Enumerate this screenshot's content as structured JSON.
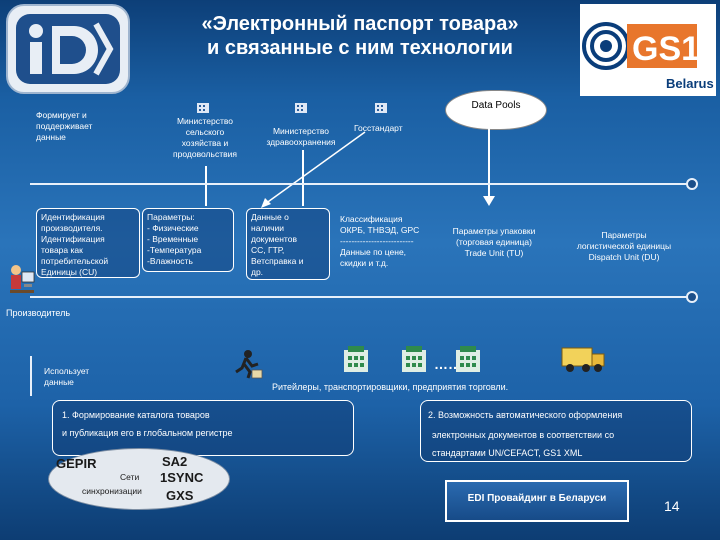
{
  "title_line1": "«Электронный паспорт товара»",
  "title_line2": "и связанные с ним технологии",
  "logos": {
    "left": "iD",
    "right_name": "GS1",
    "right_sub": "Belarus"
  },
  "left_col": {
    "forms_line1": "Формирует и",
    "forms_line2": "поддерживает",
    "forms_line3": "данные",
    "uses_line1": "Использует",
    "uses_line2": "данные",
    "producer": "Производитель"
  },
  "authorities": {
    "agri_1": "Министерство",
    "agri_2": "сельского",
    "agri_3": "хозяйства и",
    "agri_4": "продовольствия",
    "health_1": "Министерство",
    "health_2": "здравоохранения",
    "gosstandart": "Госстандарт",
    "data_pools": "Data Pools"
  },
  "boxes": {
    "ident_1": "Идентификация",
    "ident_2": "производителя.",
    "ident_3": "Идентификация",
    "ident_4": "товара как",
    "ident_5": "потребительской",
    "ident_6": "Единицы (CU)",
    "params_1": "Параметры:",
    "params_2": "- Физические",
    "params_3": "- Временные",
    "params_4": "-Температура",
    "params_5": "-Влажность",
    "docs_1": "Данные о",
    "docs_2": "наличии",
    "docs_3": "документов",
    "docs_4": "СС, ГТР,",
    "docs_5": "Ветсправка и",
    "docs_6": "др.",
    "class_1": "Классификация",
    "class_2": "ОКРБ, ТНВЭД, GPC",
    "class_3": "--------------------------",
    "class_4": "Данные по цене,",
    "class_5": "скидки и т.д.",
    "pack_1": "Параметры упаковки",
    "pack_2": "(торговая единица)",
    "pack_3": "Trade Unit (TU)",
    "log_1": "Параметры",
    "log_2": "логистической единицы",
    "log_3": "Dispatch Unit (DU)"
  },
  "retail": {
    "dots": "……..",
    "caption": "Ритейлеры, транспортировщики, предприятия торговли."
  },
  "bottom": {
    "catalog_1": "1. Формирование каталога товаров",
    "catalog_2": "и публикация его в глобальном регистре",
    "auto_1": "2. Возможность автоматического оформления",
    "auto_2": "электронных документов в соответствии со",
    "auto_3": "стандартами UN/CEFACT, GS1 XML",
    "gepir": "GEPIR",
    "sa2": "SA2",
    "nets_1": "Сети",
    "nets_2": "синхронизации",
    "sync": "1SYNC",
    "gxs": "GXS",
    "edi": "EDI Провайдинг в Беларуси",
    "page_num": "14"
  },
  "colors": {
    "bg_dark": "#0d3f78",
    "bg_mid": "#2a74ba",
    "gs1_orange": "#e8762c",
    "gs1_blue": "#0a3d7a"
  },
  "icons": [
    "building-icon",
    "person-computer-icon",
    "runner-icon",
    "truck-icon"
  ]
}
